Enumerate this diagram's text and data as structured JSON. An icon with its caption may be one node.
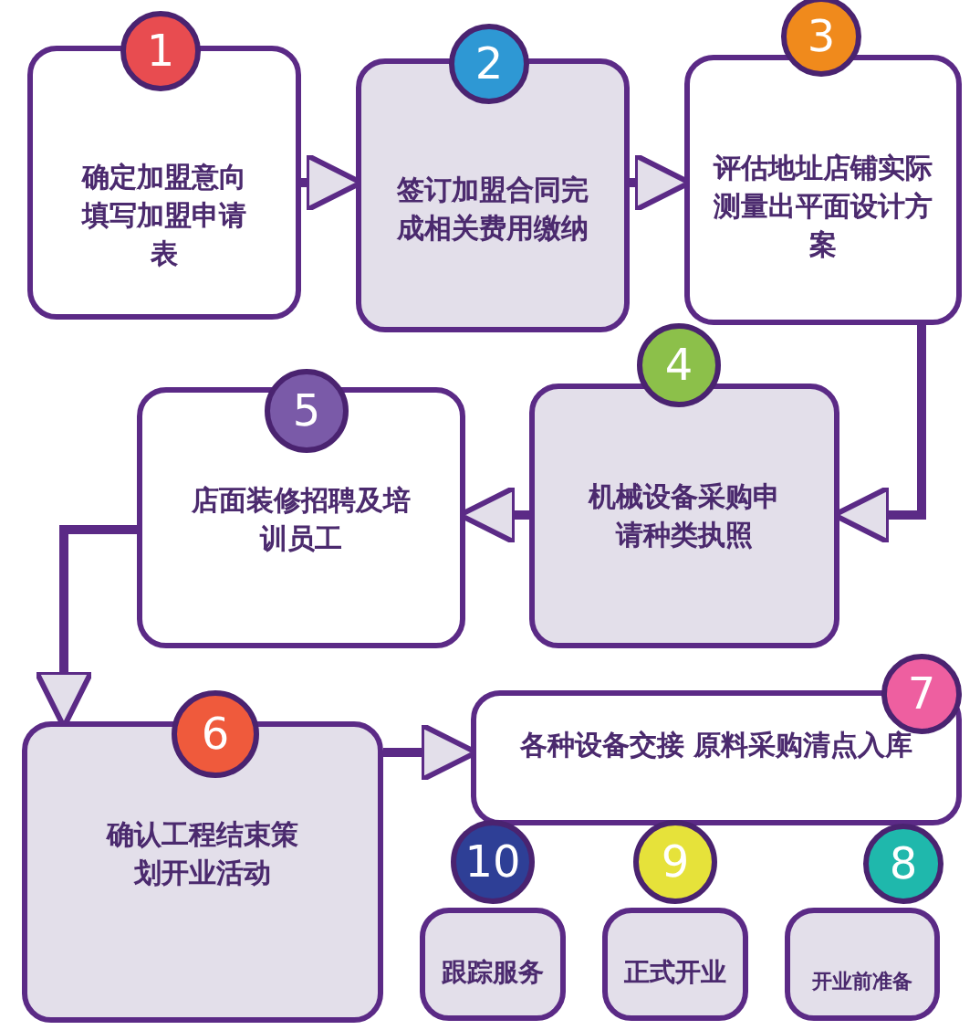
{
  "diagram": {
    "nodes": [
      {
        "text": [
          "1",
          "确定加盟意向填写加盟申请表"
        ]
      },
      {
        "text": [
          "2",
          "签订加盟合同完成相关费用缴纳"
        ]
      },
      {
        "text": [
          "3",
          "评估地址店铺实际测量出平面设计方案"
        ]
      },
      {
        "text": [
          "4",
          "机械设备采购申请种类执照"
        ]
      },
      {
        "text": [
          "5",
          "店面装修招聘及培训员工"
        ]
      },
      {
        "text": [
          "6",
          "确认工程结束策划开业活动"
        ]
      },
      {
        "text": [
          "7",
          "各种设备交接 原料采购清点入库"
        ]
      },
      {
        "text": [
          "8",
          "开业前准备"
        ]
      },
      {
        "text": [
          "9",
          "正式开业"
        ]
      },
      {
        "text": [
          "10",
          "跟踪服务"
        ]
      }
    ],
    "edges": [
      {
        "from": 0,
        "to": 1,
        "arrow": "to"
      },
      {
        "from": 1,
        "to": 2,
        "arrow": "to"
      },
      {
        "from": 2,
        "to": 3,
        "arrow": "to"
      },
      {
        "from": 3,
        "to": 4,
        "arrow": "to"
      },
      {
        "from": 4,
        "to": 5,
        "arrow": "to"
      },
      {
        "from": 5,
        "to": 6,
        "arrow": "to"
      }
    ]
  }
}
